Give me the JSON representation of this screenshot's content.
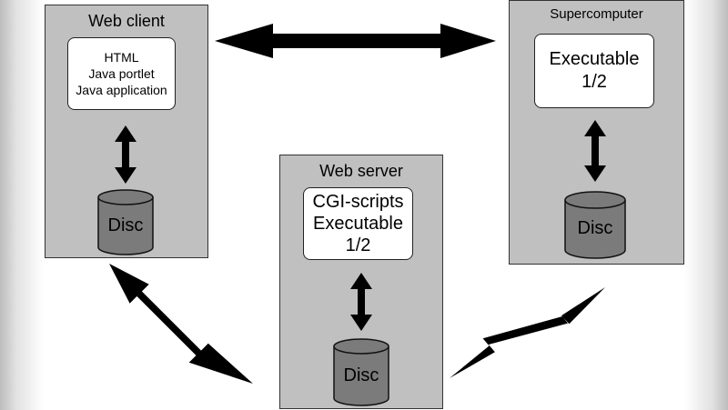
{
  "web_client": {
    "title": "Web client",
    "lines": [
      "HTML",
      "Java portlet",
      "Java application"
    ],
    "disc_label": "Disc"
  },
  "supercomputer": {
    "title": "Supercomputer",
    "lines": [
      "Executable",
      "1/2"
    ],
    "disc_label": "Disc"
  },
  "web_server": {
    "title": "Web server",
    "lines": [
      "CGI-scripts",
      "Executable",
      "1/2"
    ],
    "disc_label": "Disc"
  },
  "colors": {
    "panel": "#c0c0c0",
    "disc": "#7b7b7b",
    "arrow": "#000000"
  }
}
